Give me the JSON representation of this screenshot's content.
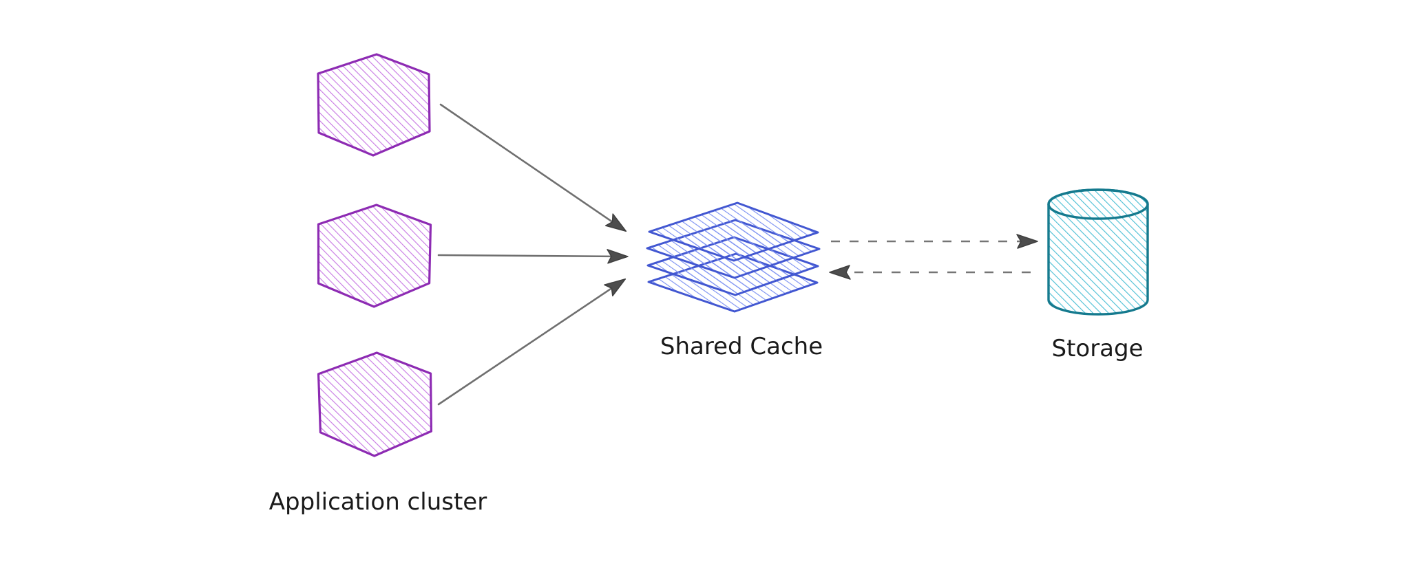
{
  "diagram": {
    "background_color": "#ffffff",
    "text_color": "#1a1a1a",
    "arrow_color": "#6f6f6f",
    "arrowhead_color": "#4d4d4d",
    "nodes": {
      "app_cluster": {
        "label": "Application cluster",
        "shape": "hexagon",
        "instances": 3,
        "stroke_color": "#8d2bb3",
        "hatch_color": "#c87ce4",
        "fill_style": "hachure"
      },
      "shared_cache": {
        "label": "Shared Cache",
        "shape": "layer-stack",
        "layers": 4,
        "stroke_color": "#4257d1",
        "hatch_color": "#7d92f2",
        "fill_style": "hachure"
      },
      "storage": {
        "label": "Storage",
        "shape": "cylinder",
        "stroke_color": "#157a8e",
        "hatch_color": "#4fc0d5",
        "fill_style": "hachure"
      }
    },
    "edges": [
      {
        "from": "app-node-1",
        "to": "shared-cache",
        "style": "solid"
      },
      {
        "from": "app-node-2",
        "to": "shared-cache",
        "style": "solid"
      },
      {
        "from": "app-node-3",
        "to": "shared-cache",
        "style": "solid"
      },
      {
        "from": "shared-cache",
        "to": "storage",
        "style": "dashed"
      },
      {
        "from": "storage",
        "to": "shared-cache",
        "style": "dashed"
      }
    ]
  }
}
